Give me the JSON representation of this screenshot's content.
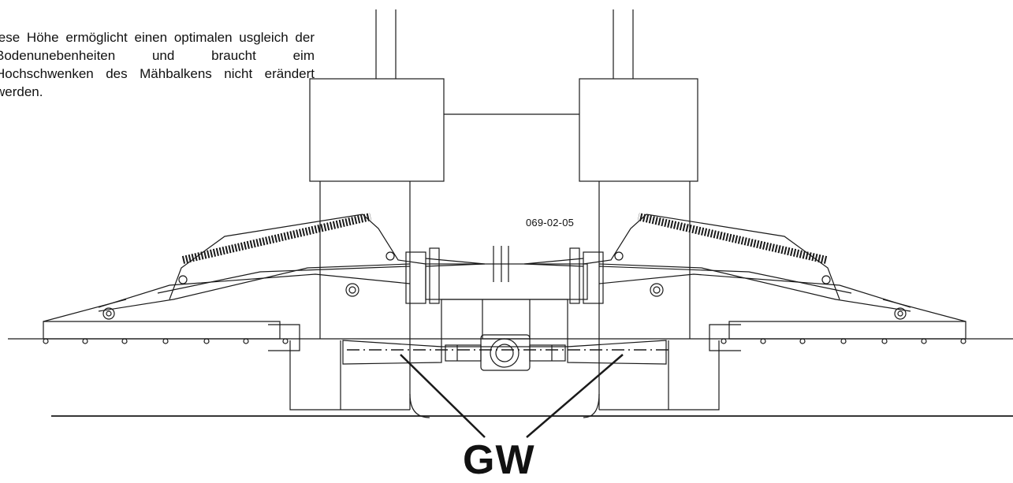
{
  "text": {
    "description": "iese Höhe ermöglicht einen optimalen usgleich der Bodenunebenheiten und braucht eim Hochschwenken des Mähbalkens nicht erändert werden.",
    "drawing_code": "069-02-05",
    "callout_label": "GW"
  },
  "colors": {
    "line": "#1a1a1a",
    "background": "#ffffff"
  }
}
